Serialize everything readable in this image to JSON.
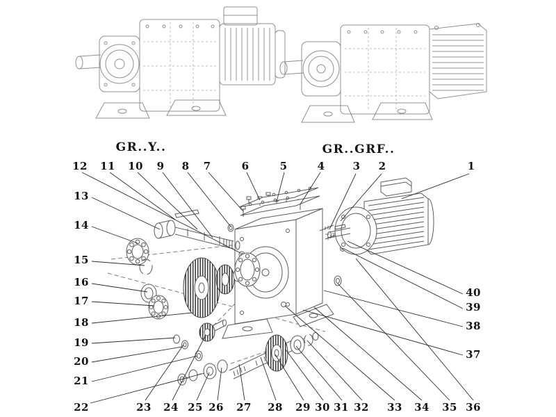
{
  "figure": {
    "type": "exploded-parts-diagram",
    "models": {
      "left_label": "GR..Y..",
      "right_label": "GR..GRF.."
    },
    "callouts": {
      "top": [
        "12",
        "11",
        "10",
        "9",
        "8",
        "7",
        "6",
        "5",
        "4",
        "3",
        "2",
        "1"
      ],
      "left": [
        "13",
        "14",
        "15",
        "16",
        "17",
        "18",
        "19",
        "20",
        "21",
        "22"
      ],
      "bottom": [
        "23",
        "24",
        "25",
        "26",
        "27",
        "28",
        "29",
        "30",
        "31",
        "32",
        "33",
        "34",
        "35",
        "36"
      ],
      "right": [
        "40",
        "39",
        "38",
        "37"
      ]
    },
    "colors": {
      "artwork_line": "#5a5a5a",
      "photo_line": "#8f8f8f",
      "leader_line": "#2b2b2b",
      "text": "#141414",
      "gear_hatch": "#3f3f3f",
      "background": "#ffffff"
    }
  }
}
